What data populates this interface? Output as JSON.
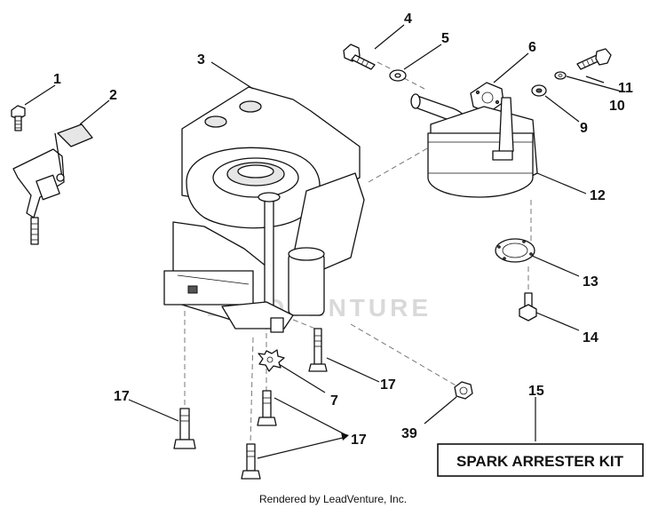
{
  "watermark": "LEADVENTURE",
  "footer": "Rendered by LeadVenture, Inc.",
  "kit_box_label": "SPARK ARRESTER KIT",
  "callouts": {
    "c1": "1",
    "c2": "2",
    "c3": "3",
    "c4": "4",
    "c5": "5",
    "c6": "6",
    "c7": "7",
    "c9": "9",
    "c10": "10",
    "c11": "11",
    "c12": "12",
    "c13": "13",
    "c14": "14",
    "c15": "15",
    "c17a": "17",
    "c17b": "17",
    "c17c": "17",
    "c39": "39"
  }
}
